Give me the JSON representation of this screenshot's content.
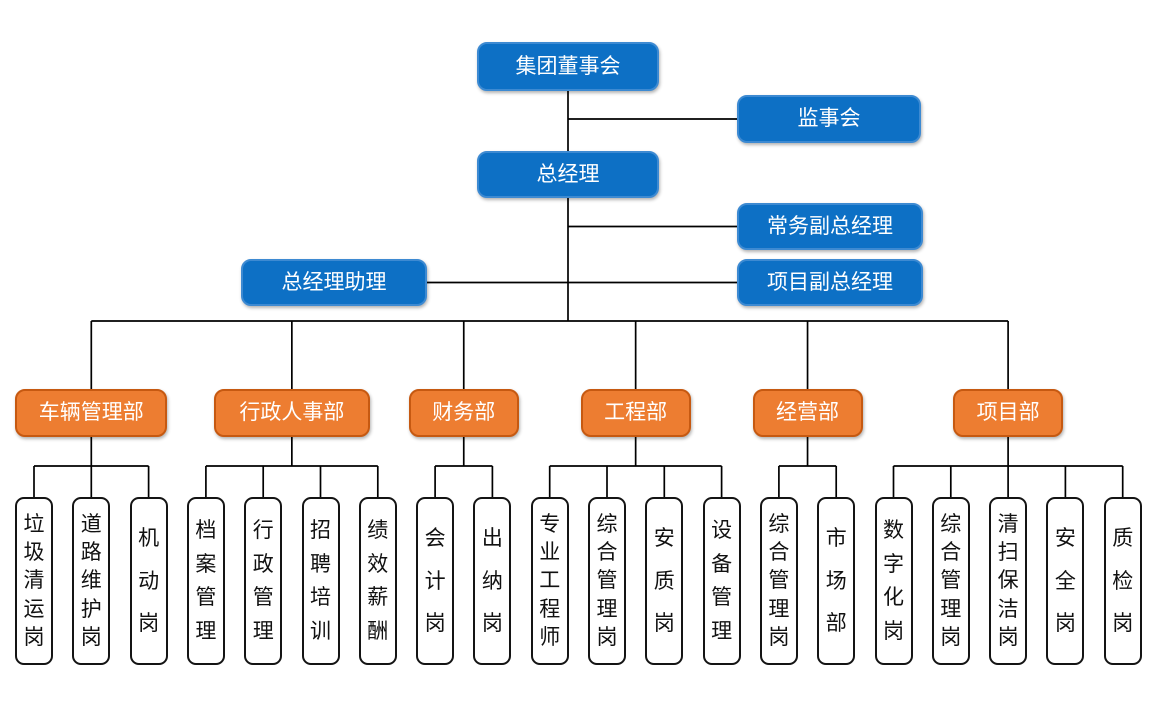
{
  "colors": {
    "background": "#FFFFFF",
    "node_blue_fill": "#0D70C5",
    "node_blue_border": "#3D8AD2",
    "node_orange_fill": "#ED7D31",
    "node_orange_border": "#C65911",
    "node_text": "#FFFFFF",
    "post_fill": "#FFFFFF",
    "post_border": "#141414",
    "post_text": "#111111",
    "connector": "#000000"
  },
  "org": {
    "board": "集团董事会",
    "supervisory": "监事会",
    "gm": "总经理",
    "exec_deputy_gm": "常务副总经理",
    "gm_assistant": "总经理助理",
    "project_deputy_gm": "项目副总经理",
    "departments": [
      {
        "name": "车辆管理部",
        "posts": [
          "垃圾清运岗",
          "道路维护岗",
          "机动岗"
        ]
      },
      {
        "name": "行政人事部",
        "posts": [
          "档案管理",
          "行政管理",
          "招聘培训",
          "绩效薪酬"
        ]
      },
      {
        "name": "财务部",
        "posts": [
          "会计岗",
          "出纳岗"
        ]
      },
      {
        "name": "工程部",
        "posts": [
          "专业工程师",
          "综合管理岗",
          "安质岗",
          "设备管理"
        ]
      },
      {
        "name": "经营部",
        "posts": [
          "综合管理岗",
          "市场部"
        ]
      },
      {
        "name": "项目部",
        "posts": [
          "数字化岗",
          "综合管理岗",
          "清扫保洁岗",
          "安全岗",
          "质检岗"
        ]
      }
    ]
  }
}
